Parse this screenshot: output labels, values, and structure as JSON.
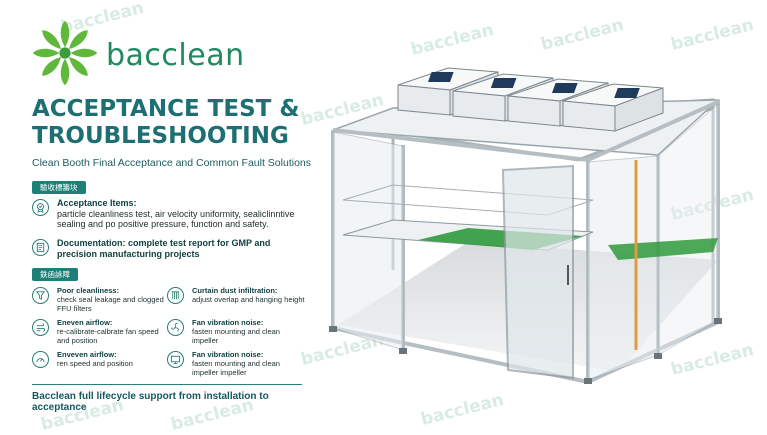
{
  "brand": {
    "name": "bacclean",
    "color": "#1f8a5c"
  },
  "watermark": "bacclean",
  "title_lines": [
    "ACCEPTANCE TEST &",
    "TROUBLESHOOTING"
  ],
  "subtitle": "Clean Booth Final Acceptance and Common Fault Solutions",
  "acceptance_tag": "驗收標籌块",
  "acceptance": [
    {
      "icon": "badge-check-icon",
      "label": "Acceptance Items:",
      "text": "particle cleanliness test, air velocity uniformity, sealiclinntive sealing and po positive pressure, function and safety."
    },
    {
      "icon": "document-icon",
      "label": "Documentation:",
      "text": "complete test report for GMP and precision manufacturing projects"
    }
  ],
  "faults_tag": "鉄函詠障",
  "faults": [
    {
      "icon": "filter-icon",
      "title": "Poor cleanliness:",
      "text": "check seal leakage and clogged FFU filters"
    },
    {
      "icon": "curtain-icon",
      "title": "Curtain dust infiltration:",
      "text": "adjust overlap and hanging height"
    },
    {
      "icon": "airflow-icon",
      "title": "Eneven airflow:",
      "text": "re-calibrate-calbrate fan speed and position"
    },
    {
      "icon": "fan-icon",
      "title": "Fan vibration noise:",
      "text": "fasten mounting and clean impeller"
    },
    {
      "icon": "gauge-icon",
      "title": "Enveven airflow:",
      "text": "ren speed and position"
    },
    {
      "icon": "monitor-icon",
      "title": "Fan vibration noise:",
      "text": "fasten mounting and clean impeller impeller"
    }
  ],
  "footer": "Bacclean full lifecycle support from installation to acceptance",
  "colors": {
    "accent": "#1e6f73",
    "green_bench": "#2f9a3c",
    "frame": "#b9c2c6"
  }
}
